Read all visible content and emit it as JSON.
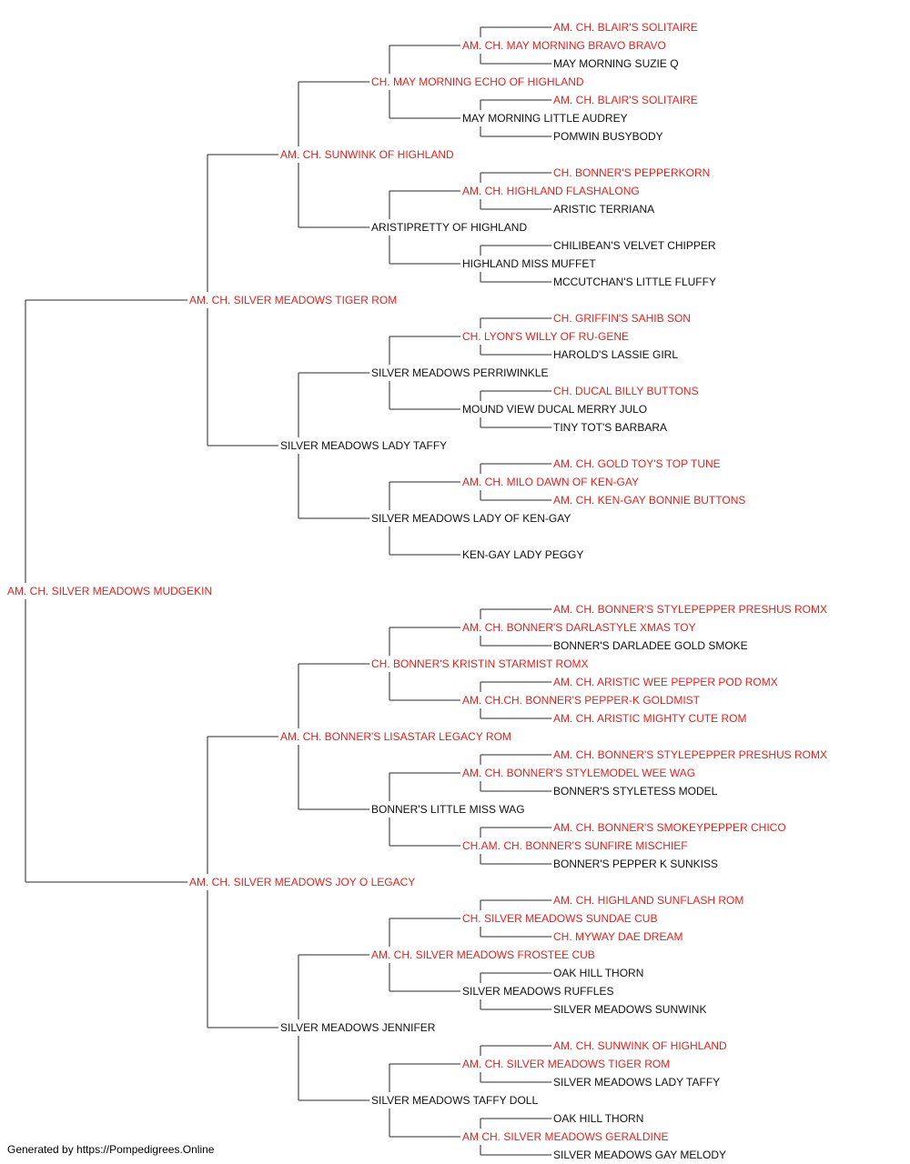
{
  "colors": {
    "champion": "#e8201b",
    "normal": "#111111",
    "line": "#555555"
  },
  "subject": "AM. CH. SILVER MEADOWS MUDGEKIN",
  "footer": "Generated by https://Pompedigrees.Online",
  "generations": [
    [
      "AM. CH. SILVER MEADOWS MUDGEKIN"
    ],
    [
      "AM. CH. SILVER MEADOWS TIGER ROM",
      "AM. CH. SILVER MEADOWS JOY O LEGACY"
    ],
    [
      "AM. CH. SUNWINK OF HIGHLAND",
      "SILVER MEADOWS LADY TAFFY",
      "AM. CH. BONNER'S LISASTAR LEGACY ROM",
      "SILVER MEADOWS JENNIFER"
    ],
    [
      "CH. MAY MORNING ECHO OF HIGHLAND",
      "ARISTIPRETTY OF HIGHLAND",
      "SILVER MEADOWS PERRIWINKLE",
      "SILVER MEADOWS LADY OF KEN-GAY",
      "CH. BONNER'S KRISTIN STARMIST ROMX",
      "BONNER'S LITTLE MISS WAG",
      "AM. CH. SILVER MEADOWS FROSTEE CUB",
      "SILVER MEADOWS TAFFY DOLL"
    ],
    [
      "AM. CH. MAY MORNING BRAVO BRAVO",
      "MAY MORNING LITTLE AUDREY",
      "AM. CH. HIGHLAND FLASHALONG",
      "HIGHLAND MISS MUFFET",
      "CH. LYON'S WILLY OF RU-GENE",
      "MOUND VIEW DUCAL MERRY JULO",
      "AM. CH. MILO DAWN OF KEN-GAY",
      "KEN-GAY LADY PEGGY",
      "AM. CH. BONNER'S DARLASTYLE XMAS TOY",
      "AM. CH.CH. BONNER'S PEPPER-K GOLDMIST",
      "AM. CH. BONNER'S STYLEMODEL WEE WAG",
      "CH.AM. CH. BONNER'S SUNFIRE MISCHIEF",
      "CH. SILVER MEADOWS SUNDAE CUB",
      "SILVER MEADOWS RUFFLES",
      "AM. CH. SILVER MEADOWS TIGER ROM",
      "AM CH. SILVER MEADOWS GERALDINE"
    ],
    [
      "AM. CH. BLAIR'S SOLITAIRE",
      "MAY MORNING SUZIE Q",
      "AM. CH. BLAIR'S SOLITAIRE",
      "POMWIN BUSYBODY",
      "CH. BONNER'S PEPPERKORN",
      "ARISTIC TERRIANA",
      "CHILIBEAN'S VELVET CHIPPER",
      "MCCUTCHAN'S LITTLE FLUFFY",
      "CH. GRIFFIN'S SAHIB SON",
      "HAROLD'S LASSIE GIRL",
      "CH. DUCAL BILLY BUTTONS",
      "TINY TOT'S BARBARA",
      "AM. CH. GOLD TOY'S TOP TUNE",
      "AM. CH. KEN-GAY BONNIE BUTTONS",
      "",
      "",
      "AM. CH. BONNER'S STYLEPEPPER PRESHUS ROMX",
      "BONNER'S DARLADEE GOLD SMOKE",
      "AM. CH. ARISTIC WEE PEPPER POD ROMX",
      "AM. CH. ARISTIC MIGHTY CUTE ROM",
      "AM. CH. BONNER'S STYLEPEPPER PRESHUS ROMX",
      "BONNER'S STYLETESS MODEL",
      "AM. CH. BONNER'S SMOKEYPEPPER CHICO",
      "BONNER'S PEPPER K SUNKISS",
      "AM. CH. HIGHLAND SUNFLASH ROM",
      "CH. MYWAY DAE DREAM",
      "OAK HILL THORN",
      "SILVER MEADOWS SUNWINK",
      "AM. CH. SUNWINK OF HIGHLAND",
      "SILVER MEADOWS LADY TAFFY",
      "OAK HILL THORN",
      "SILVER MEADOWS GAY MELODY"
    ]
  ]
}
